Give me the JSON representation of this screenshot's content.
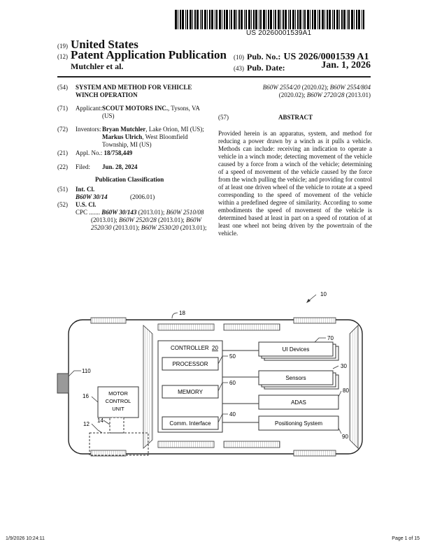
{
  "header": {
    "barcode_number": "US 20260001539A1",
    "country_code": "(19)",
    "country": "United States",
    "type_code": "(12)",
    "pub_type": "Patent Application Publication",
    "inventor_short": "Mutchler et al.",
    "pub_no_code": "(10)",
    "pub_no_label": "Pub. No.:",
    "pub_no": "US 2026/0001539 A1",
    "pub_date_code": "(43)",
    "pub_date_label": "Pub. Date:",
    "pub_date": "Jan. 1, 2026"
  },
  "left": {
    "title_code": "(54)",
    "title_line1": "SYSTEM AND METHOD FOR VEHICLE",
    "title_line2": "WINCH OPERATION",
    "applicant_code": "(71)",
    "applicant_label": "Applicant:",
    "applicant_name": "SCOUT MOTORS INC.",
    "applicant_loc1": ", Tysons, VA",
    "applicant_loc2": "(US)",
    "inventors_code": "(72)",
    "inventors_label": "Inventors:",
    "inv1_name": "Bryan Mutchler",
    "inv1_loc": ", Lake Orion, MI (US);",
    "inv2_name": "Markus Ulrich",
    "inv2_loc": ", West Bloomfield",
    "inv2_loc2": "Township, MI (US)",
    "appl_code": "(21)",
    "appl_label": "Appl. No.:",
    "appl_no": "18/758,449",
    "filed_code": "(22)",
    "filed_label": "Filed:",
    "filed_date": "Jun. 28, 2024",
    "pub_class_heading": "Publication Classification",
    "intcl_code": "(51)",
    "intcl_label": "Int. Cl.",
    "intcl_class": "B60W 30/14",
    "intcl_year": "(2006.01)",
    "uscl_code": "(52)",
    "uscl_label": "U.S. Cl.",
    "cpc_prefix": "CPC .......",
    "cpc_line1_a": "B60W 30/143",
    "cpc_line1_b": " (2013.01); ",
    "cpc_line1_c": "B60W 2510/08",
    "cpc_line2_a": "(2013.01); ",
    "cpc_line2_b": "B60W 2520/28",
    "cpc_line2_c": " (2013.01); ",
    "cpc_line2_d": "B60W",
    "cpc_line3_a": "2520/30",
    "cpc_line3_b": " (2013.01); ",
    "cpc_line3_c": "B60W 2530/20",
    "cpc_line3_d": " (2013.01);"
  },
  "right": {
    "cpc_cont1_a": "B60W 2554/20",
    "cpc_cont1_b": " (2020.02); ",
    "cpc_cont1_c": "B60W 2554/804",
    "cpc_cont2_a": "(2020.02); ",
    "cpc_cont2_b": "B60W 2720/28",
    "cpc_cont2_c": " (2013.01)",
    "abstract_code": "(57)",
    "abstract_heading": "ABSTRACT",
    "abstract_lines": [
      "Provided herein is an apparatus, system, and method for",
      "reducing a power drawn by a winch as it pulls a vehicle.",
      "Methods can include: receiving an indication to operate a",
      "vehicle in a winch mode; detecting movement of the vehicle",
      "caused by a force from a winch of the vehicle; determining",
      "of a speed of movement of the vehicle caused by the force",
      "from the winch pulling the vehicle; and providing for control",
      "of at least one driven wheel of the vehicle to rotate at a speed",
      "corresponding to the speed of movement of the vehicle",
      "within a predefined degree of similarity. According to some",
      "embodiments the speed of movement of the vehicle is",
      "determined based at least in part on a speed of rotation of at",
      "least one wheel not being driven by the powertrain of the",
      "vehicle."
    ]
  },
  "figure": {
    "ref_10": "10",
    "ref_18": "18",
    "ref_110": "110",
    "ref_16": "16",
    "ref_14": "14",
    "ref_12": "12",
    "ref_50": "50",
    "ref_60": "60",
    "ref_40": "40",
    "ref_70": "70",
    "ref_30": "30",
    "ref_80": "80",
    "ref_90": "90",
    "controller_label": "CONTROLLER",
    "controller_ref": "20",
    "processor": "PROCESSOR",
    "memory": "MEMORY",
    "comm_interface": "Comm. Interface",
    "motor_line1": "MOTOR",
    "motor_line2": "CONTROL",
    "motor_line3": "UNIT",
    "ui_devices": "UI Devices",
    "sensors": "Sensors",
    "adas": "ADAS",
    "positioning": "Positioning System"
  },
  "footer": {
    "timestamp": "1/9/2026 10:24:11",
    "page": "Page 1 of 15"
  }
}
